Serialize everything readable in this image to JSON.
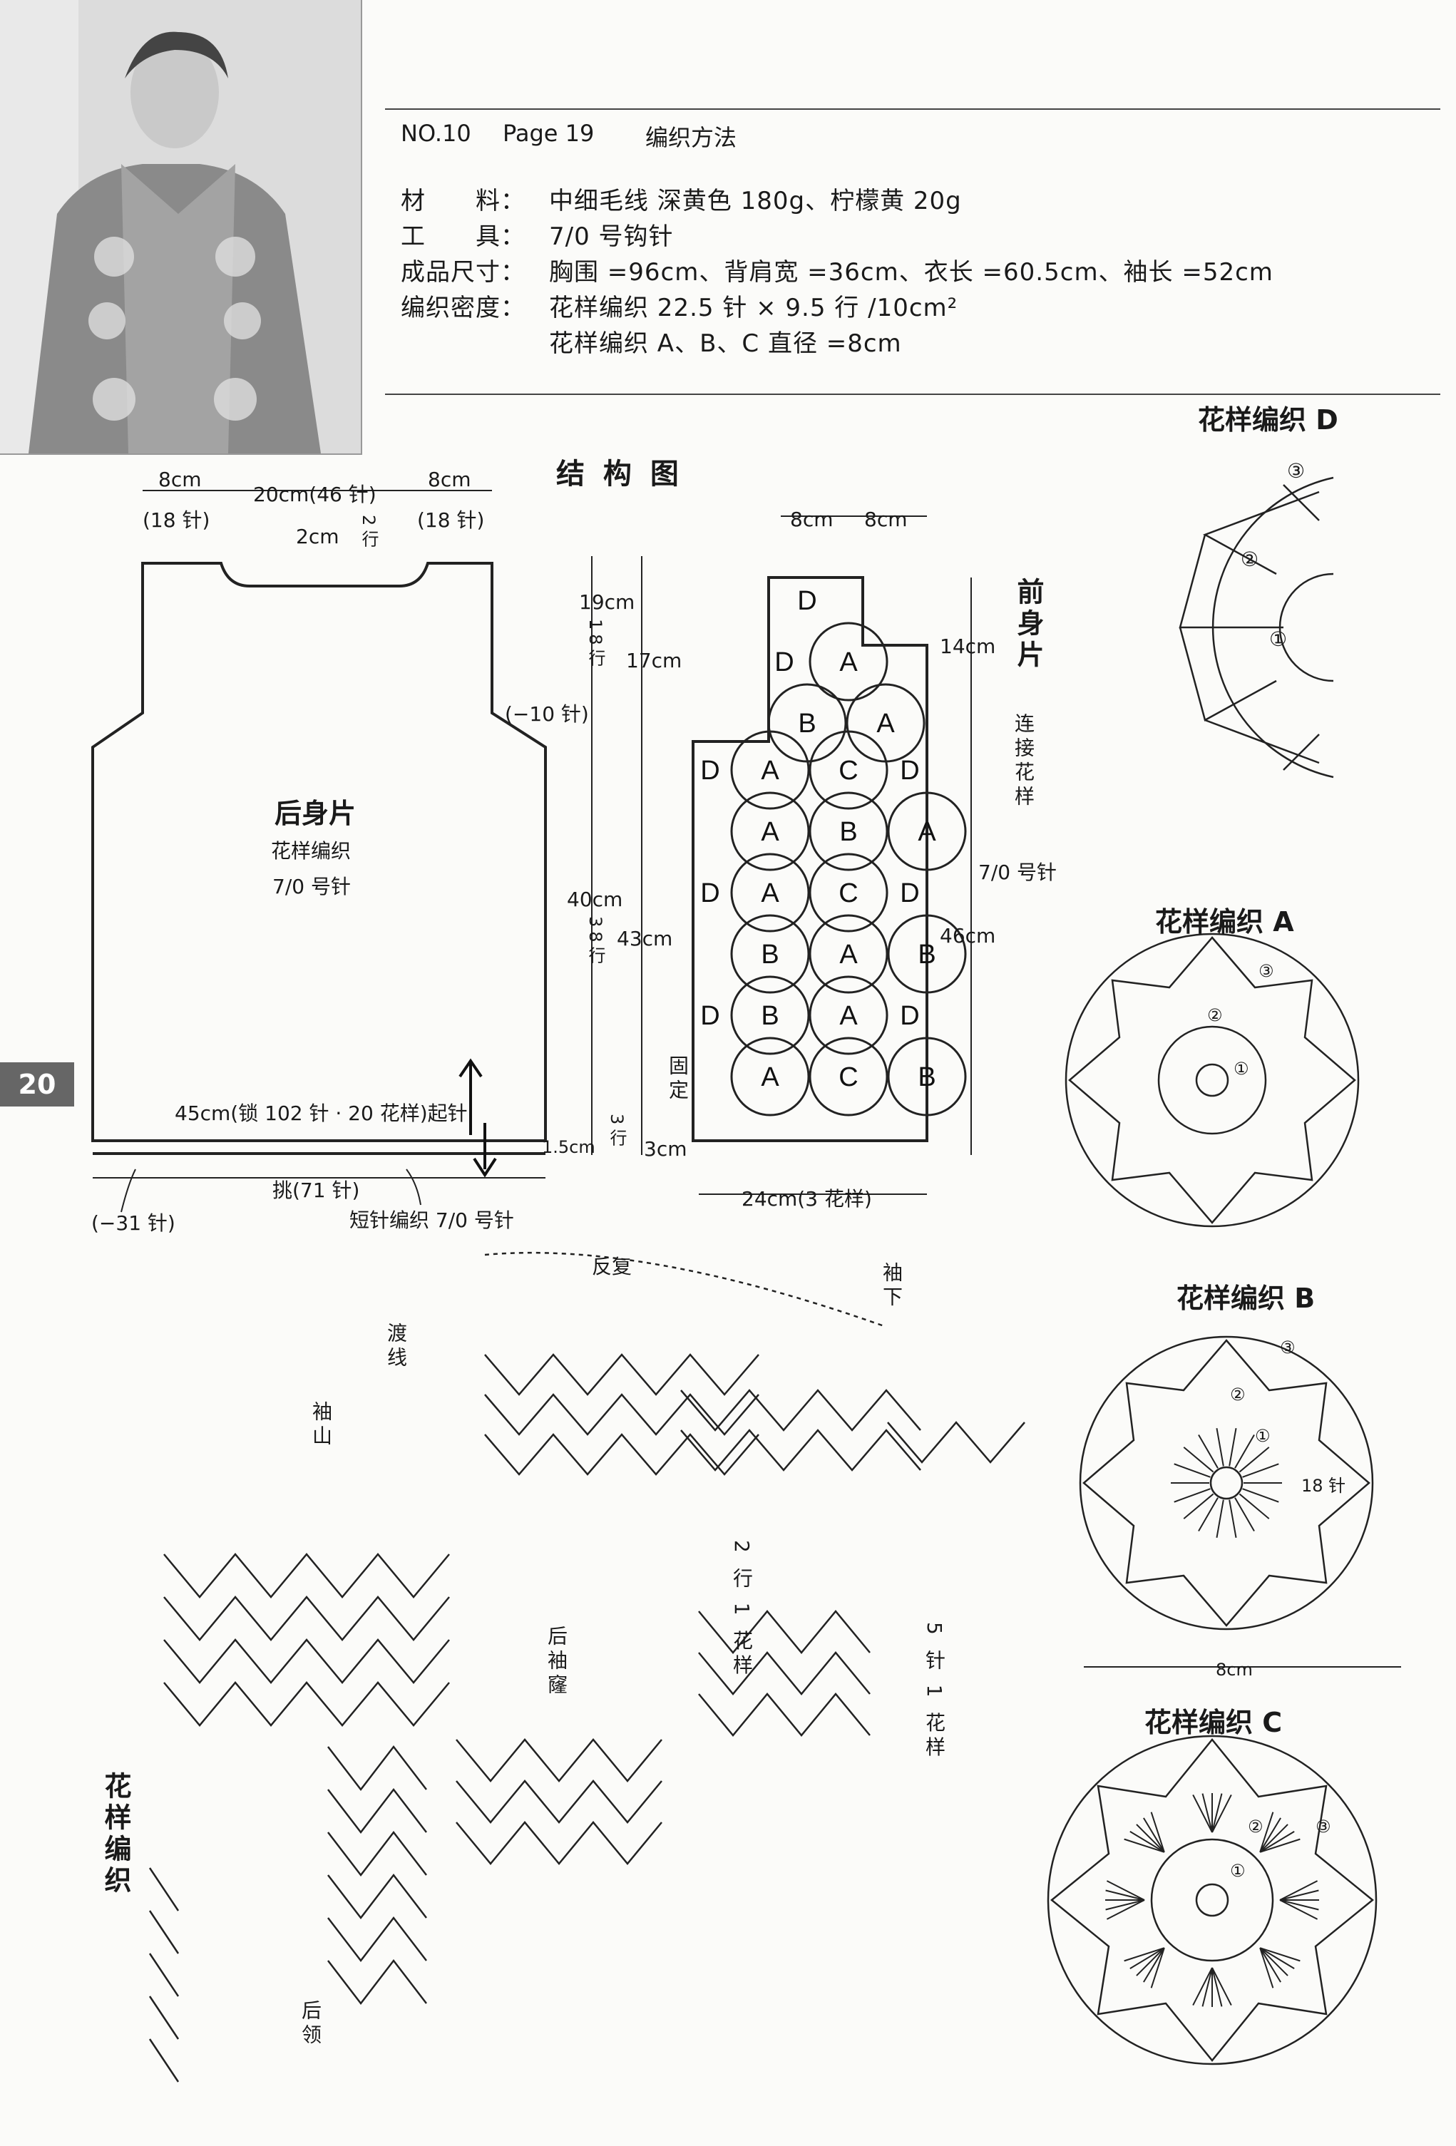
{
  "page_number": "20",
  "header": {
    "no": "NO.10",
    "page_ref": "Page 19",
    "method": "编织方法"
  },
  "specs": [
    {
      "key": "材　　料：",
      "value": "中细毛线 深黄色 180g、柠檬黄 20g"
    },
    {
      "key": "工　　具：",
      "value": "7/0 号钩针"
    },
    {
      "key": "成品尺寸：",
      "value": "胸围 =96cm、背肩宽 =36cm、衣长 =60.5cm、袖长 =52cm"
    },
    {
      "key": "编织密度：",
      "value": "花样编织 22.5 针 × 9.5 行 /10cm²"
    },
    {
      "key": "",
      "value": "花样编织 A、B、C 直径 =8cm"
    }
  ],
  "structure": {
    "title": "结 构 图",
    "back": {
      "name": "后身片",
      "pattern": "花样编织",
      "hook": "7/0 号针",
      "top_left": "8cm",
      "top_left_st": "(18 针)",
      "top_mid": "20cm(46 针)",
      "top_right": "8cm",
      "top_right_st": "(18 针)",
      "neck": "2cm",
      "neck_rows": "2行",
      "armhole_dec": "(−10 针)",
      "upper_h": "19cm",
      "upper_rows": "18行",
      "armhole": "17cm",
      "lower_h": "40cm",
      "lower_rows": "38行",
      "body_h": "43cm",
      "hem_h": "1.5cm",
      "hem_rows": "3行",
      "hem_total": "3cm",
      "chain": "45cm(锁 102 针 · 20 花样)起针",
      "pickup": "挑(71 针)",
      "dec_bottom": "(−31 针)",
      "edging": "短针编织 7/0 号针"
    },
    "front": {
      "name": "前身片",
      "join": "连接花样",
      "hook": "7/0 号针",
      "top_a": "8cm",
      "top_b": "8cm",
      "upper_h": "14cm",
      "total_h": "46cm",
      "width": "24cm(3 花样)",
      "fix": "固定",
      "motifs": [
        [
          "D",
          null,
          null
        ],
        [
          "D",
          "A",
          null
        ],
        [
          null,
          "B",
          "A"
        ],
        [
          "D",
          "A",
          "C",
          "D"
        ],
        [
          null,
          "A",
          "B",
          "A"
        ],
        [
          "D",
          "A",
          "C",
          "D"
        ],
        [
          null,
          "B",
          "A",
          "B"
        ],
        [
          "D",
          "B",
          "A",
          "D"
        ],
        [
          null,
          "A",
          "C",
          "B"
        ]
      ]
    }
  },
  "motifs": {
    "D": {
      "title": "花样编织 D",
      "marks": [
        "①",
        "②",
        "③"
      ]
    },
    "A": {
      "title": "花样编织 A",
      "marks": [
        "①",
        "②",
        "③"
      ]
    },
    "B": {
      "title": "花样编织 B",
      "marks": [
        "①",
        "②",
        "③"
      ],
      "st": "18 针",
      "size": "8cm"
    },
    "C": {
      "title": "花样编织 C",
      "marks": [
        "①",
        "②",
        "③"
      ]
    }
  },
  "chart": {
    "title": "花样编织",
    "turn": "反复",
    "sleeve_bottom": "袖下",
    "sleeve_cap": "袖山",
    "join_yarn": "渡线",
    "back_neck": "后领",
    "back_armhole": "后袖窿",
    "repeat_rows": "2 行 1 花样",
    "repeat_st": "5 针 1 花样"
  }
}
